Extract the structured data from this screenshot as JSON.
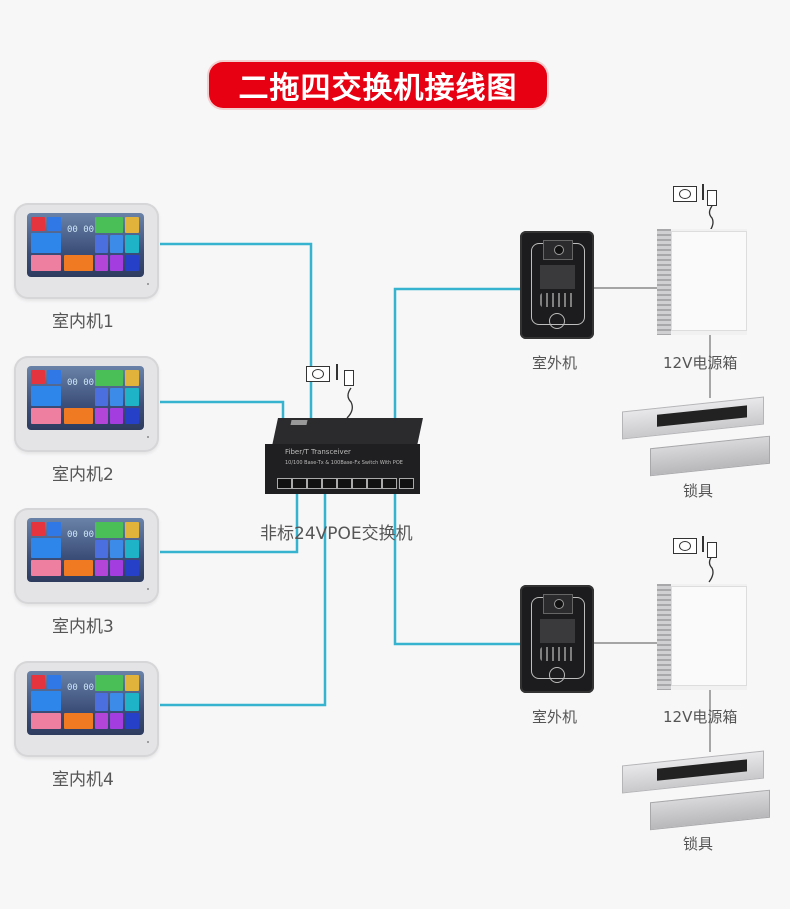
{
  "title": "二拖四交换机接线图",
  "colors": {
    "title_bg": "#e60012",
    "cable_network": "#35b3cf",
    "cable_power": "#8a8a8a"
  },
  "indoor_units": [
    {
      "label": "室内机1",
      "clock": "00 00"
    },
    {
      "label": "室内机2",
      "clock": "00 00"
    },
    {
      "label": "室内机3",
      "clock": "00 00"
    },
    {
      "label": "室内机4",
      "clock": "00 00"
    }
  ],
  "switch": {
    "label": "非标24VPOE交换机",
    "brand_text": "Fiber/T Transceiver",
    "spec_text": "10/100 Base-Tx & 100Base-Fx Switch With POE",
    "icons": [
      "power-socket-icon",
      "power-adapter-icon"
    ]
  },
  "outdoor_groups": [
    {
      "outdoor_label": "室外机",
      "psu_label": "12V电源箱",
      "lock_label": "锁具"
    },
    {
      "outdoor_label": "室外机",
      "psu_label": "12V电源箱",
      "lock_label": "锁具"
    }
  ]
}
